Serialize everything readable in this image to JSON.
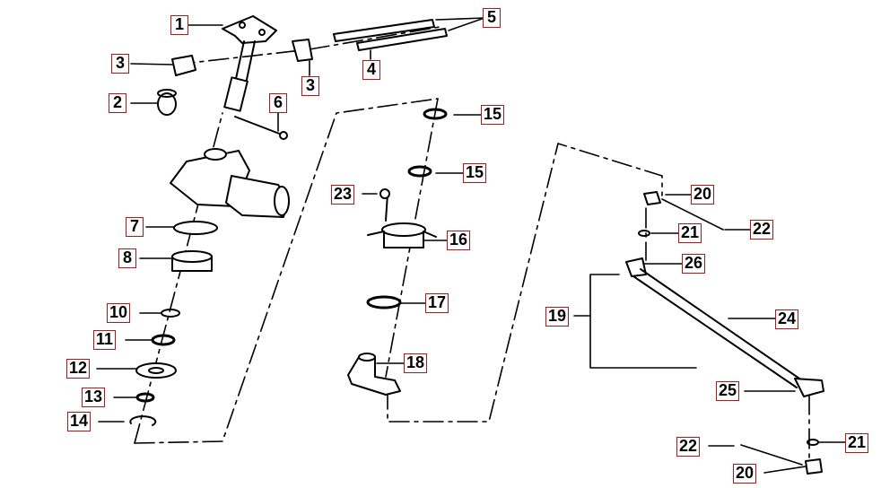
{
  "diagram": {
    "title": "",
    "callout_border_color": "#b01818",
    "line_color": "#000000",
    "callouts": {
      "c1": "1",
      "c2": "2",
      "c3a": "3",
      "c3b": "3",
      "c4": "4",
      "c5": "5",
      "c6": "6",
      "c7": "7",
      "c8": "8",
      "c10": "10",
      "c11": "11",
      "c12": "12",
      "c13": "13",
      "c14": "14",
      "c15a": "15",
      "c15b": "15",
      "c16": "16",
      "c17": "17",
      "c18": "18",
      "c19": "19",
      "c20a": "20",
      "c20b": "20",
      "c21a": "21",
      "c21b": "21",
      "c22a": "22",
      "c22b": "22",
      "c23": "23",
      "c24": "24",
      "c25": "25",
      "c26": "26"
    }
  }
}
